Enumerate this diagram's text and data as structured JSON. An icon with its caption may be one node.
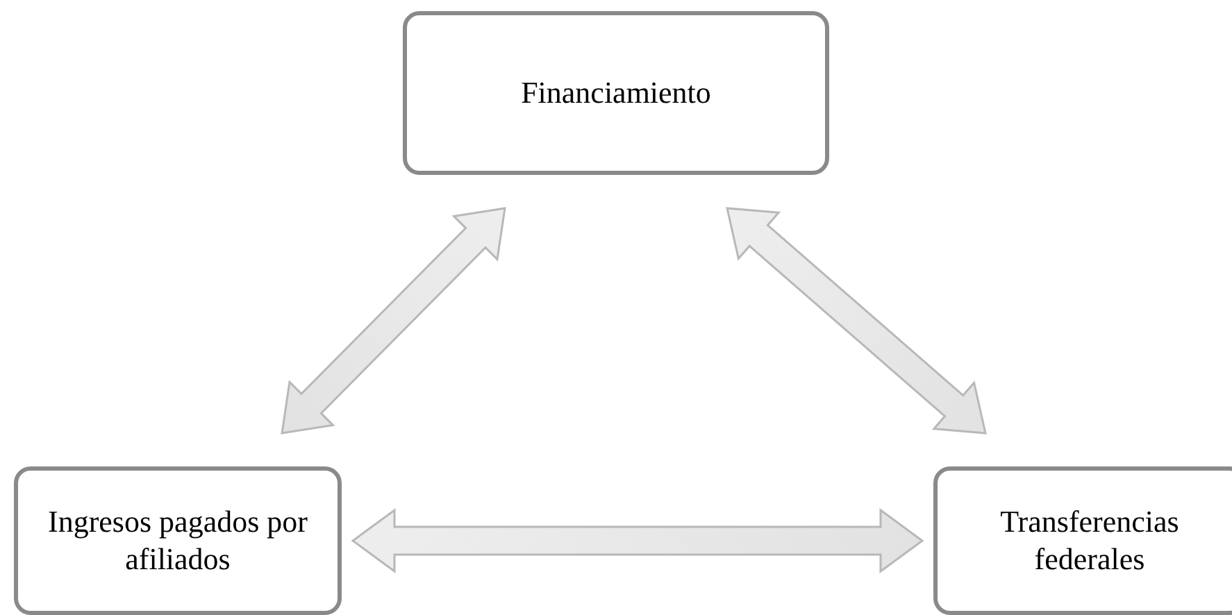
{
  "diagram": {
    "nodes": [
      {
        "text": [
          "Financiamiento"
        ]
      },
      {
        "text": [
          "Ingresos pagados por afiliados"
        ]
      },
      {
        "text": [
          "Transferencias federales"
        ]
      }
    ],
    "edges": [
      {
        "from": 0,
        "to": 1,
        "arrow": "both"
      },
      {
        "from": 0,
        "to": 2,
        "arrow": "both"
      },
      {
        "from": 1,
        "to": 2,
        "arrow": "both"
      }
    ]
  }
}
